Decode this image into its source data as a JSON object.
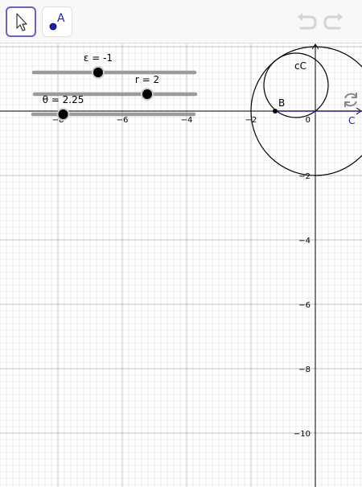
{
  "toolbar": {
    "move_tool": {
      "icon": "cursor-arrow-icon"
    },
    "point_tool": {
      "icon": "point-icon",
      "label": "A"
    },
    "undo": {
      "icon": "undo-icon"
    },
    "redo": {
      "icon": "redo-icon"
    }
  },
  "graphics": {
    "refresh": {
      "icon": "refresh-icon"
    },
    "x_axis_label": "C",
    "x_ticks": [
      {
        "value": -8,
        "label": "−8"
      },
      {
        "value": -6,
        "label": "−6"
      },
      {
        "value": -4,
        "label": "−4"
      },
      {
        "value": -2,
        "label": "−2"
      },
      {
        "value": 0,
        "label": "0"
      }
    ],
    "y_ticks": [
      {
        "value": -2,
        "label": "−2"
      },
      {
        "value": -4,
        "label": "−4"
      },
      {
        "value": -6,
        "label": "−6"
      },
      {
        "value": -8,
        "label": "−8"
      },
      {
        "value": -10,
        "label": "−10"
      }
    ],
    "sliders": [
      {
        "label": "ε = -1",
        "value": -1,
        "min": -5,
        "max": 5
      },
      {
        "label": "r = 2",
        "value": 2,
        "min": -5,
        "max": 5
      },
      {
        "label": "θ = 2.25",
        "value": 2.25,
        "min": 0,
        "max": 12
      }
    ],
    "point_B": {
      "label": "B",
      "x": -1.25,
      "y": 0
    },
    "small_circle": {
      "label": "c",
      "center_x": -0.6,
      "center_y": 0.8,
      "radius": 1
    },
    "large_circle": {
      "label": "C",
      "center_x": 0,
      "center_y": 0,
      "radius": 2
    },
    "colors": {
      "axis_label": "#1b1bd4",
      "grid_major": "#c0c0c0",
      "grid_minor": "#ececec",
      "slider_track": "#9b9b9b",
      "segment": "#1a1aa0"
    }
  }
}
